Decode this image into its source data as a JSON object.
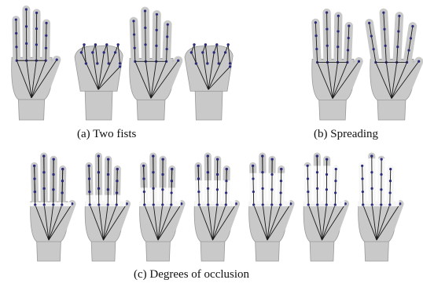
{
  "captions": {
    "a": "(a)  Two fists",
    "b": "(b)  Spreading",
    "c": "(c)  Degrees of occlusion"
  },
  "colors": {
    "hand_fill": "#c9c9c9",
    "hand_shade": "#9a9a9a",
    "skeleton": "#1a1a1a",
    "joint": "#2a2a7a",
    "occluder": "#ffffff"
  },
  "panels": {
    "two_fists": [
      "open-hand",
      "fist",
      "open-hand",
      "fist"
    ],
    "spreading": [
      "open-hand",
      "spread-hand"
    ],
    "occlusion_levels": 7
  }
}
